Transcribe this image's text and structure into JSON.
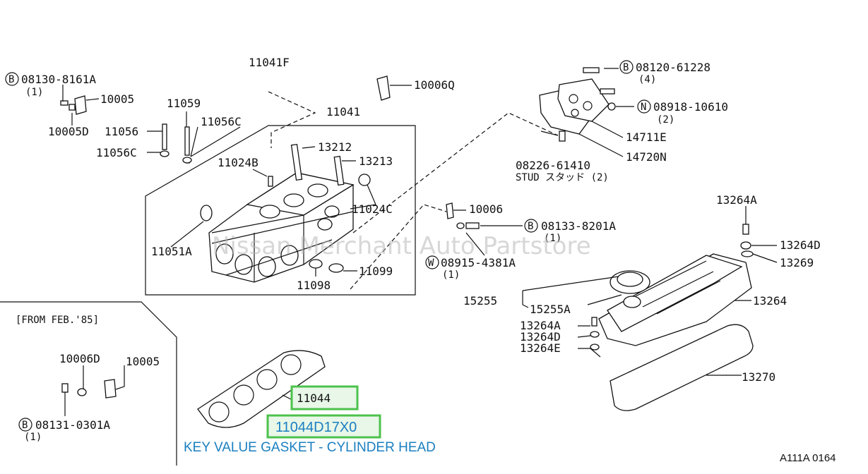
{
  "diagram": {
    "watermark": "Nissan Merchant Auto Partstore",
    "note": "KEY VALUE GASKET - CYLINDER HEAD",
    "figure_code": "A111A 0164",
    "section_title": "[FROM FEB.'85]",
    "highlight": {
      "part": "11044",
      "part_number": "11044D17X0",
      "color": "#4cc24c"
    },
    "labels": {
      "b_08130": "08130-8161A",
      "q1a": "(1)",
      "p10005": "10005",
      "p10005d": "10005D",
      "p11056": "11056",
      "p11056c_l": "11056C",
      "p11059": "11059",
      "p11056c_r": "11056C",
      "p11041f": "11041F",
      "p11041": "11041",
      "p10006q": "10006Q",
      "b_08120": "08120-61228",
      "q4": "(4)",
      "n_08918": "08918-10610",
      "q2": "(2)",
      "p14711e": "14711E",
      "p14720n": "14720N",
      "p13212": "13212",
      "p13213": "13213",
      "p11024b": "11024B",
      "p11024c": "11024C",
      "stud_pn": "08226-61410",
      "stud_txt": "STUD スタッド (2)",
      "p11051a": "11051A",
      "p10006": "10006",
      "b_08133": "08133-8201A",
      "q1b": "(1)",
      "w_08915": "08915-4381A",
      "q1c": "(1)",
      "p11099": "11099",
      "p11098": "11098",
      "p13264a_t": "13264A",
      "p13264d_t": "13264D",
      "p13269": "13269",
      "p15255": "15255",
      "p15255a": "15255A",
      "p13264": "13264",
      "p13264a": "13264A",
      "p13264d": "13264D",
      "p13264e": "13264E",
      "p13270": "13270",
      "p10006d": "10006D",
      "p10005b": "10005",
      "b_08131": "08131-0301A",
      "q1d": "(1)"
    },
    "circle_letters": {
      "b": "B",
      "n": "N",
      "w": "W"
    }
  }
}
